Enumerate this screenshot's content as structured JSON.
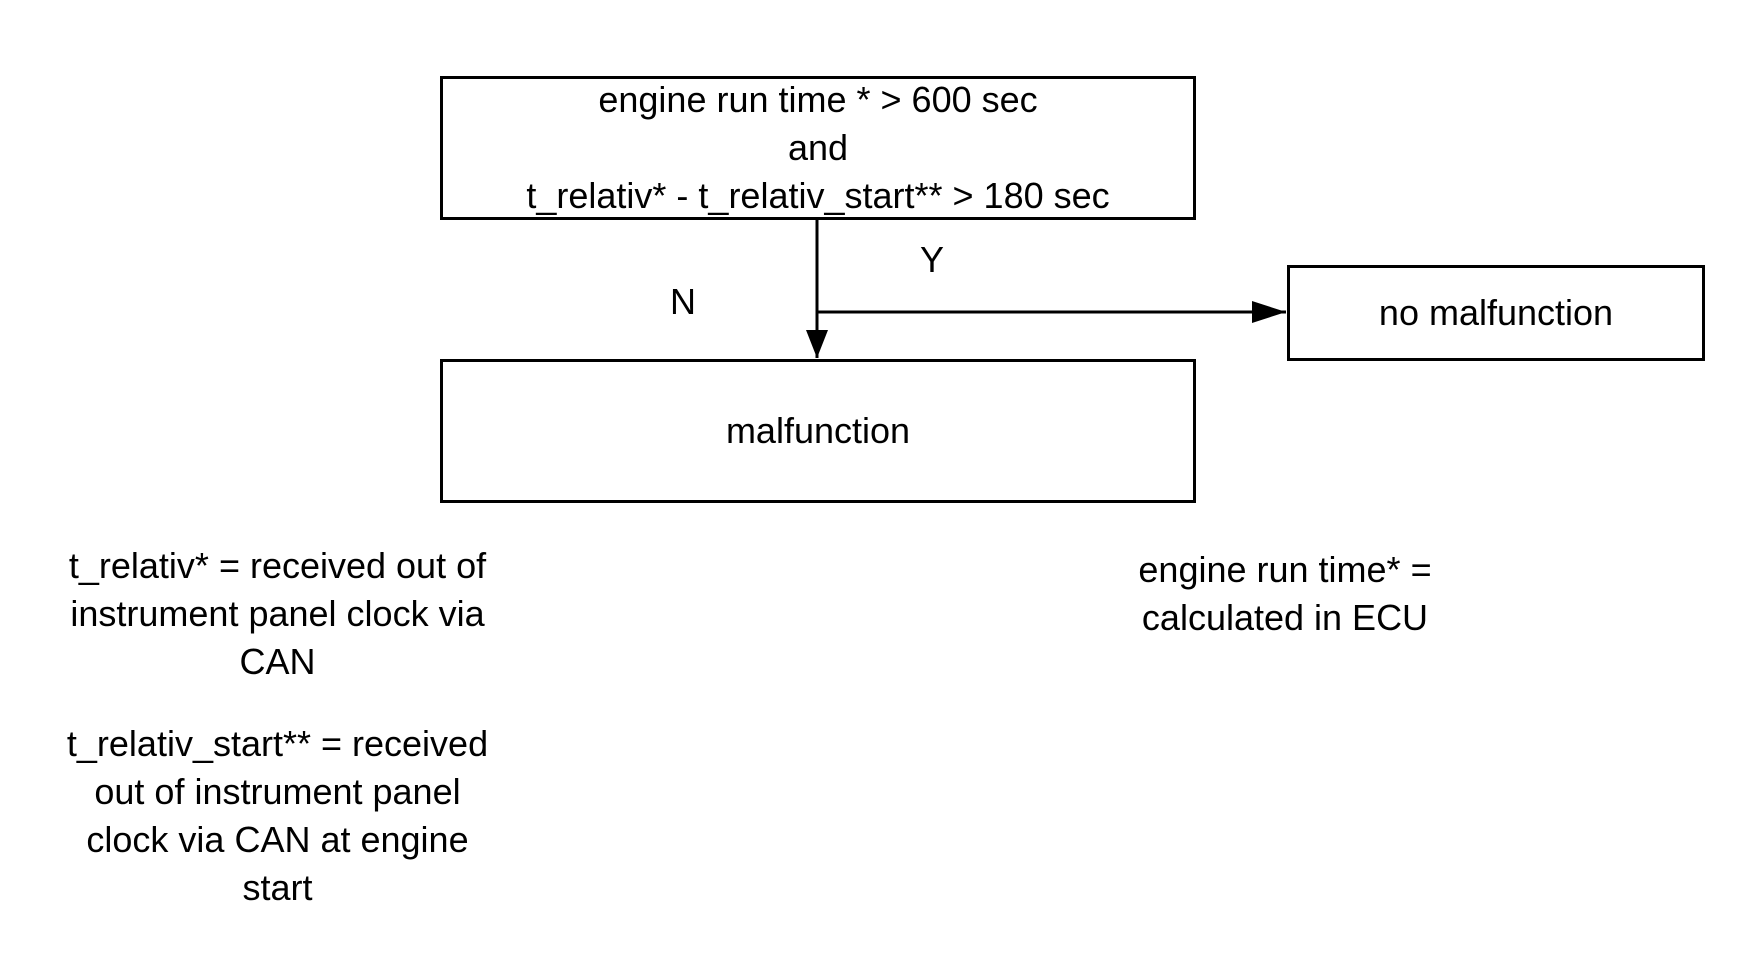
{
  "condition_box": {
    "lines": [
      "engine run time * > 600 sec",
      "and",
      "t_relativ* - t_relativ_start** > 180 sec"
    ]
  },
  "branches": {
    "no": "N",
    "yes": "Y"
  },
  "outcomes": {
    "malfunction": "malfunction",
    "no_malfunction": "no malfunction"
  },
  "notes": {
    "t_relativ": [
      "t_relativ* = received out of",
      "instrument panel clock via",
      "CAN"
    ],
    "t_relativ_start": [
      "t_relativ_start**  = received",
      "out of instrument panel",
      "clock via CAN at engine",
      "start"
    ],
    "engine_run_time": [
      "engine run time* =",
      "calculated in  ECU"
    ]
  }
}
